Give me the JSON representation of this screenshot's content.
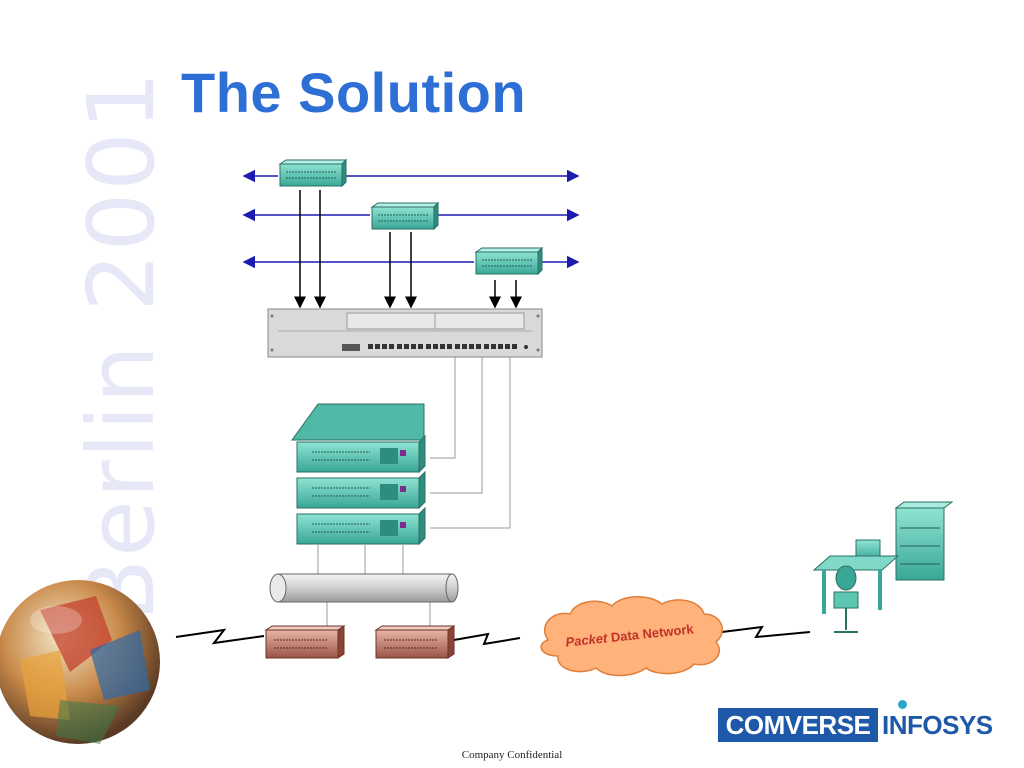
{
  "slide": {
    "title": "The Solution",
    "watermark": "Berlin 2001",
    "footer": "Company Confidential"
  },
  "diagram": {
    "cloud_label_italic": "Packet",
    "cloud_label_rest": " Data Network"
  },
  "logo": {
    "left_text": "COMVERSE",
    "right_text": "INFOSYS"
  },
  "colors": {
    "title": "#2e6fd6",
    "link_lines": "#1c1cb0",
    "teal_device": "#5cc8b4",
    "brown_device": "#b86a5a",
    "cloud": "#ffb27a",
    "logo_blue": "#1e58a8"
  },
  "icons": [
    "router-icon",
    "switch-icon",
    "server-stack-icon",
    "bus-cylinder-icon",
    "modem-icon",
    "cloud-icon",
    "workstation-icon",
    "globe-icon",
    "lightning-link-icon"
  ]
}
